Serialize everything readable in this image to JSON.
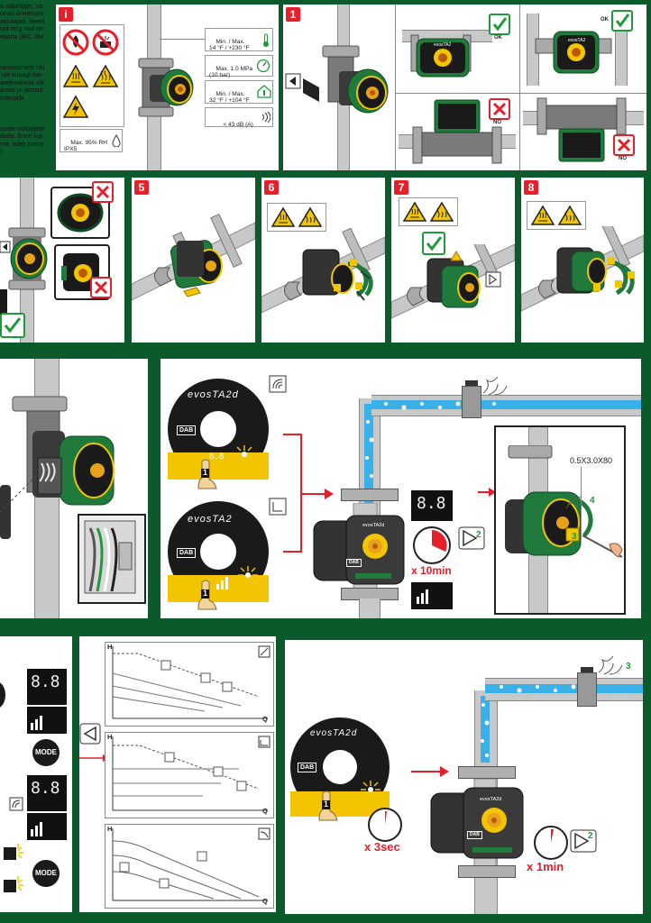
{
  "left_text": {
    "para1": "a väljaõppe, sa-\norras õnnetuste\nastutajad. Need\nuid ning nad on\netama (IEC 364",
    "para2": "sensoorsete või\n ole kunagi too-\narelevalveta või\narnist ja seotud\nmängida",
    "para3": "avate oskusteta\ndada. Enne kui\nma, tuleb pump\n)."
  },
  "panel_i": {
    "badge": "i",
    "spec_temp_fluid": "Min. / Max.\n14 °F / +230 °F",
    "spec_pressure": "Max. 1.0 MPa\n(10 bar)",
    "spec_temp_ambient": "Min. / Max.\n32 °F / +104 °F",
    "spec_noise": "< 43 dB (A)",
    "spec_humidity": "Max. 95% RH\nIPX5"
  },
  "panel_1": {
    "badge": "1",
    "ok_label_1": "OK",
    "ok_label_2": "OK",
    "no_label_1": "NO",
    "no_label_2": "NO",
    "brand_1": "evosTA2",
    "brand_2": "evosTA2"
  },
  "step_badges": [
    "5",
    "6",
    "7",
    "8"
  ],
  "panel_fill": {
    "dial_top_logo": "evosTA2d",
    "dial_bottom_logo": "evosTA2",
    "dab_logo": "DAB",
    "display_value": "8.8",
    "time_label": "x 10min",
    "screw_spec": "0.5X3.0X80",
    "callout_4": "4",
    "callout_3": "3",
    "callout_2": "2",
    "callout_1": "1",
    "pump_brand": "evosTA2d",
    "pump_dab": "DAB"
  },
  "panel_mode": {
    "mode_button_1": "MODE",
    "mode_button_2": "MODE",
    "display_top": "8.8",
    "display_mid": "8.8"
  },
  "panel_graphs": {
    "axis_h": "H",
    "axis_q": "Q"
  },
  "panel_bleed": {
    "dial_logo": "evosTA2d",
    "dab_logo": "DAB",
    "callout_1": "1",
    "callout_2": "2",
    "callout_3": "3",
    "time_1": "x 3sec",
    "time_2": "x 1min",
    "pump_brand": "evosTA2d",
    "pump_dab": "DAB"
  },
  "colors": {
    "background": "#0b5a2c",
    "accent_red": "#e5202a",
    "ok_green": "#1e9a3a",
    "pump_green": "#1f7a3c",
    "dial_yellow": "#f2c500",
    "water_blue": "#3ab0e8"
  }
}
